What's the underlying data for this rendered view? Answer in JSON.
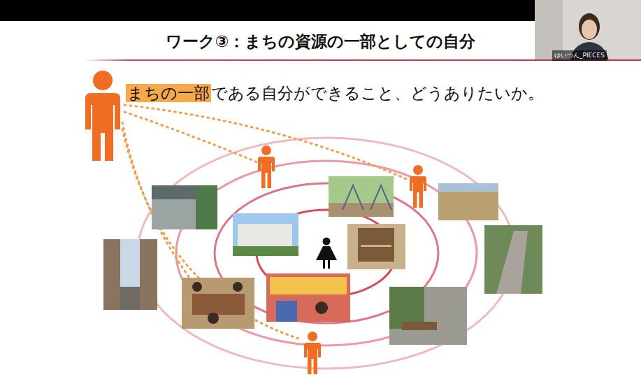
{
  "diagram": {
    "title": "ワーク③：まちの資源の一部としての自分",
    "labels": [
      "まちの一部",
      "である自分ができること、どうありたいか。",
      "ゆいつん_PIECES"
    ]
  }
}
